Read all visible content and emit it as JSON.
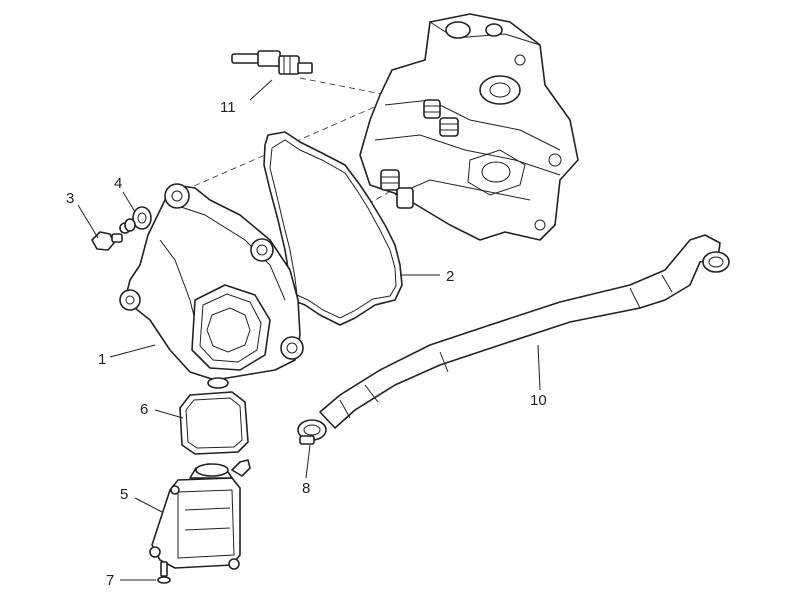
{
  "callouts": {
    "c1": "1",
    "c2": "2",
    "c3": "3",
    "c4": "4",
    "c5": "5",
    "c6": "6",
    "c7": "7",
    "c8": "8",
    "c10": "10",
    "c11": "11"
  }
}
